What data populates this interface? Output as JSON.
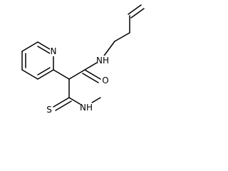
{
  "molecule": {
    "atom_labels": {
      "amide_nh": "NH",
      "carbonyl_o": "O",
      "pyridine_n": "N",
      "thioamide_s": "S",
      "thioamide_nh": "NH"
    }
  }
}
